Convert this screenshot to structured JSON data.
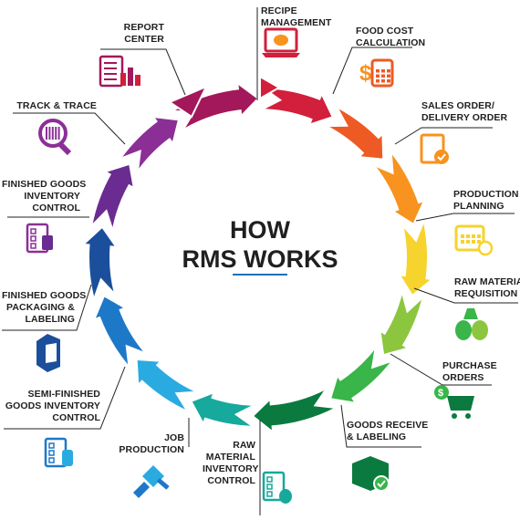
{
  "center": {
    "line1": "HOW",
    "line2": "RMS WORKS",
    "underline_color": "#1e6fb8"
  },
  "steps": [
    {
      "lines": [
        "RECIPE",
        "MANAGEMENT"
      ],
      "color": "#d21f3c",
      "icon": "laptop-chef-icon"
    },
    {
      "lines": [
        "FOOD COST",
        "CALCULATION"
      ],
      "color": "#ee5a24",
      "icon": "calculator-dollar-icon"
    },
    {
      "lines": [
        "SALES ORDER/",
        "DELIVERY ORDER"
      ],
      "color": "#f7931e",
      "icon": "clipboard-check-icon"
    },
    {
      "lines": [
        "PRODUCTION",
        "PLANNING"
      ],
      "color": "#f6d32d",
      "icon": "calendar-clock-icon"
    },
    {
      "lines": [
        "RAW MATERIAL",
        "REQUISITION"
      ],
      "color": "#8cc63f",
      "icon": "sacks-icon"
    },
    {
      "lines": [
        "PURCHASE",
        "ORDERS"
      ],
      "color": "#39b54a",
      "icon": "shopping-cart-dollar-icon"
    },
    {
      "lines": [
        "GOODS RECEIVE",
        "& LABELING"
      ],
      "color": "#0b7a3e",
      "icon": "box-check-icon"
    },
    {
      "lines": [
        "RAW",
        "MATERIAL",
        "INVENTORY",
        "CONTROL"
      ],
      "color": "#16a99c",
      "icon": "checklist-sacks-icon"
    },
    {
      "lines": [
        "JOB",
        "PRODUCTION"
      ],
      "color": "#29abe2",
      "icon": "tools-hand-icon"
    },
    {
      "lines": [
        "SEMI-FINISHED",
        "GOODS INVENTORY",
        "CONTROL"
      ],
      "color": "#1e78c8",
      "icon": "checklist-jar-icon"
    },
    {
      "lines": [
        "FINISHED GOODS",
        "PACKAGING &",
        "LABELING"
      ],
      "color": "#1b4f9c",
      "icon": "package-box-icon"
    },
    {
      "lines": [
        "FINISHED GOODS",
        "INVENTORY",
        "CONTROL"
      ],
      "color": "#6a2c91",
      "icon": "checklist-box-icon"
    },
    {
      "lines": [
        "TRACK & TRACE"
      ],
      "color": "#8b2f97",
      "icon": "barcode-magnifier-icon"
    },
    {
      "lines": [
        "REPORT",
        "CENTER"
      ],
      "color": "#a3185a",
      "icon": "report-chart-icon"
    }
  ]
}
